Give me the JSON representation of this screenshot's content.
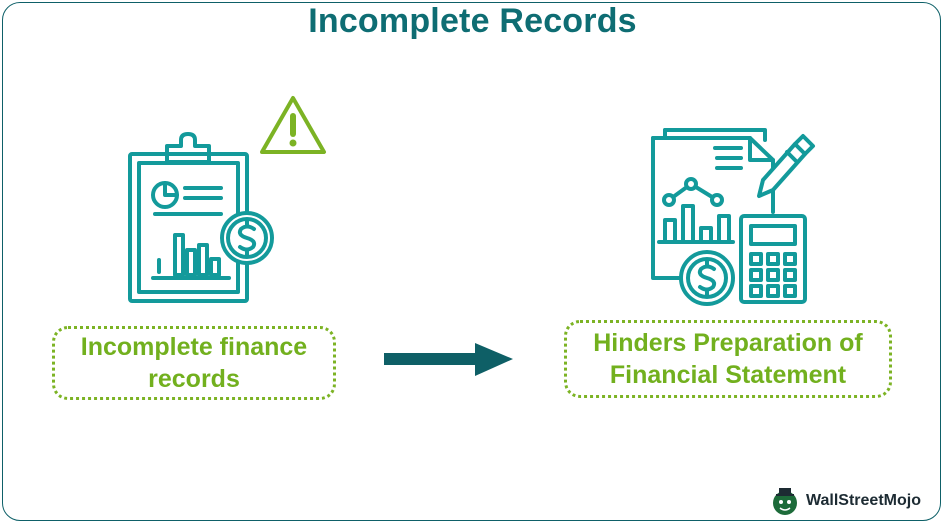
{
  "title": "Incomplete Records",
  "left_label": "Incomplete finance records",
  "right_label": "Hinders Preparation of Financial Statement",
  "brand": "WallStreetMojo",
  "icons": {
    "left": "clipboard-report-icon",
    "warning": "warning-icon",
    "arrow": "arrow-right-icon",
    "right": "financial-statement-calculator-icon"
  },
  "colors": {
    "teal": "#139a9b",
    "title": "#0e6d73",
    "green": "#7cb324",
    "arrow": "#0e5f66"
  }
}
